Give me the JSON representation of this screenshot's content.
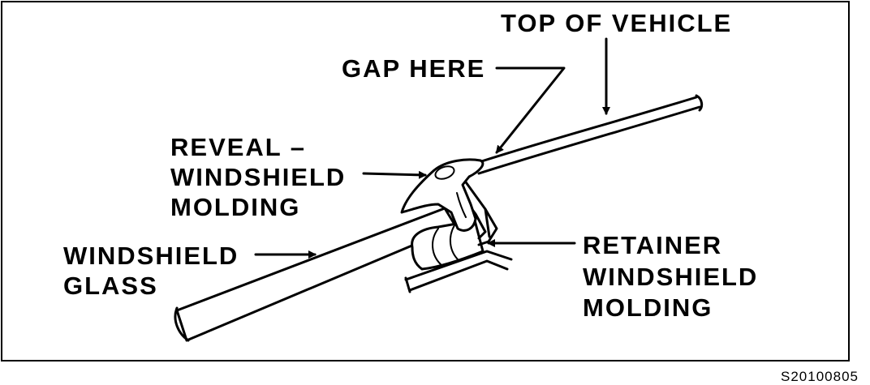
{
  "labels": {
    "top_of_vehicle": "TOP OF VEHICLE",
    "gap_here": "GAP HERE",
    "reveal_line1": "REVEAL –",
    "reveal_line2": "WINDSHIELD",
    "reveal_line3": "MOLDING",
    "glass_line1": "WINDSHIELD",
    "glass_line2": "GLASS",
    "retainer_line1": "RETAINER",
    "retainer_line2": "WINDSHIELD",
    "retainer_line3": "MOLDING"
  },
  "figure_code": "S20100805"
}
